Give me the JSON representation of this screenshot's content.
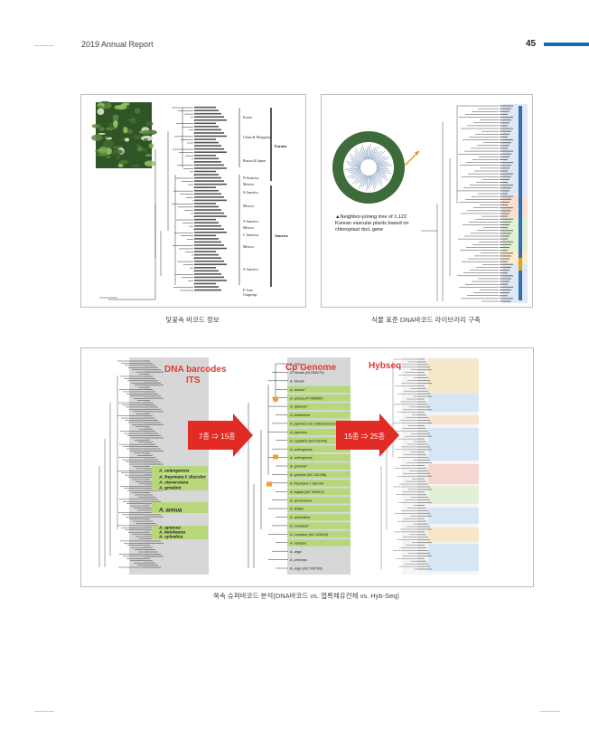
{
  "header": {
    "report_title": "2019 Annual Report",
    "page_number": "45"
  },
  "figure1": {
    "caption": "닻꽃속 바코드 정보",
    "regions": [
      "Korea",
      "China & Mongolia",
      "Russia & Japan",
      "N America",
      "Mexico",
      "S America",
      "Mexico",
      "S America",
      "Mexico",
      "C America",
      "Mexico",
      "S America",
      "E Asia",
      "Outgroup"
    ],
    "clades": [
      "Eurasia",
      "America"
    ]
  },
  "figure2": {
    "caption": "식물 표준 DNA바코드 라이브러리 구축",
    "note": "▲Neighbor-joining tree of 1,122 Korean vascular plants based on chloroplast rbcL gene"
  },
  "figure3": {
    "caption": "쑥속 슈퍼바코드 분석(DNA바코드 vs. 엽록체유전체 vs. Hyb-Seq)",
    "title_its_1": "DNA barcodes",
    "title_its_2": "ITS",
    "title_cp": "Cp Genome",
    "title_hyb": "Hybseq",
    "arrow1": "7종 ⇒ 15종",
    "arrow2": "15종 ⇒ 25종",
    "its_taxa": [
      "A. selengensis",
      "A. freyniana f. discolor",
      "A. sieversiana",
      "A. gmelinii",
      "A. annua",
      "A. apiacea",
      "A. keiskeana",
      "A. sylvatica"
    ],
    "cp_taxa": [
      "A. rubri",
      "A. fukudo (KU360270)",
      "A. fukudo",
      "A. annua*",
      "A. annua (KY085890)",
      "A. apiacea*",
      "A. keiskeana",
      "A. japonica var. hallaisanensis",
      "A. japonica",
      "A. capillaris (NC031400)",
      "A. selengensis",
      "A. selengensis",
      "A. gmelinii*",
      "A. gmelinii (NC 031399)",
      "A. freyniana f. discolor",
      "A. frigida (NC 020607)",
      "A. sieversiana",
      "A. feddei",
      "A. stolonifera",
      "A. montana*",
      "A. montana (NC 025910)",
      "A. rubripes",
      "A. argyi",
      "A. princeps",
      "A. argyi (NC 030795)"
    ]
  }
}
